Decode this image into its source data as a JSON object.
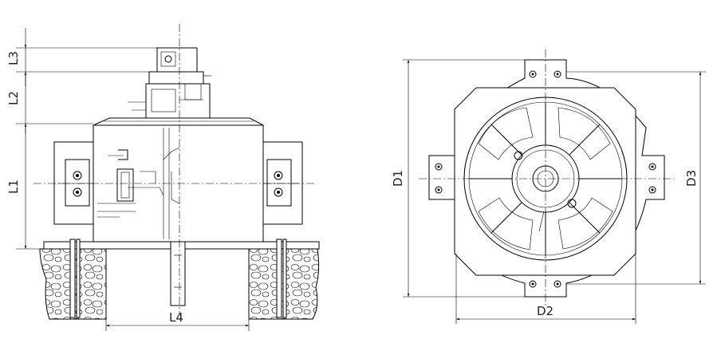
{
  "drawing": {
    "side_view": {
      "dimensions": {
        "l1": "L1",
        "l2": "L2",
        "l3": "L3",
        "l4": "L4"
      }
    },
    "plan_view": {
      "dimensions": {
        "d1": "D1",
        "d2": "D2",
        "d3": "D3"
      }
    }
  }
}
